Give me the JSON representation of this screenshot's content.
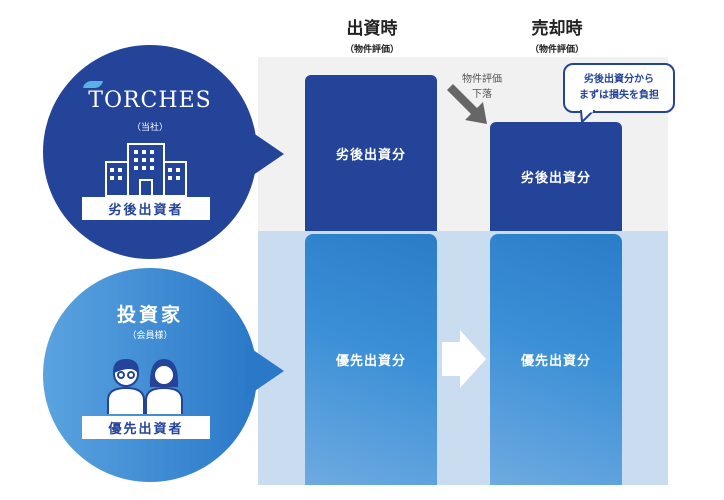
{
  "columns": [
    {
      "title": "出資時",
      "subtitle": "（物件評価）",
      "subordinated": "劣後出資分",
      "senior": "優先出資分"
    },
    {
      "title": "売却時",
      "subtitle": "（物件評価）",
      "subordinated": "劣後出資分",
      "senior": "優先出資分"
    }
  ],
  "torches": {
    "logo": "TORCHES",
    "subtitle": "（当社）",
    "role": "劣後出資者"
  },
  "investor": {
    "title": "投資家",
    "subtitle": "（会員様）",
    "role": "優先出資者"
  },
  "drop_label": {
    "line1": "物件評価",
    "line2": "下落"
  },
  "callout": {
    "line1": "劣後出資分から",
    "line2": "まずは損失を負担"
  },
  "colors": {
    "dark": "#24449a",
    "mid": "#2b7cc8",
    "panel_top": "#f1f1f1",
    "panel_bottom": "#cadcf0"
  }
}
